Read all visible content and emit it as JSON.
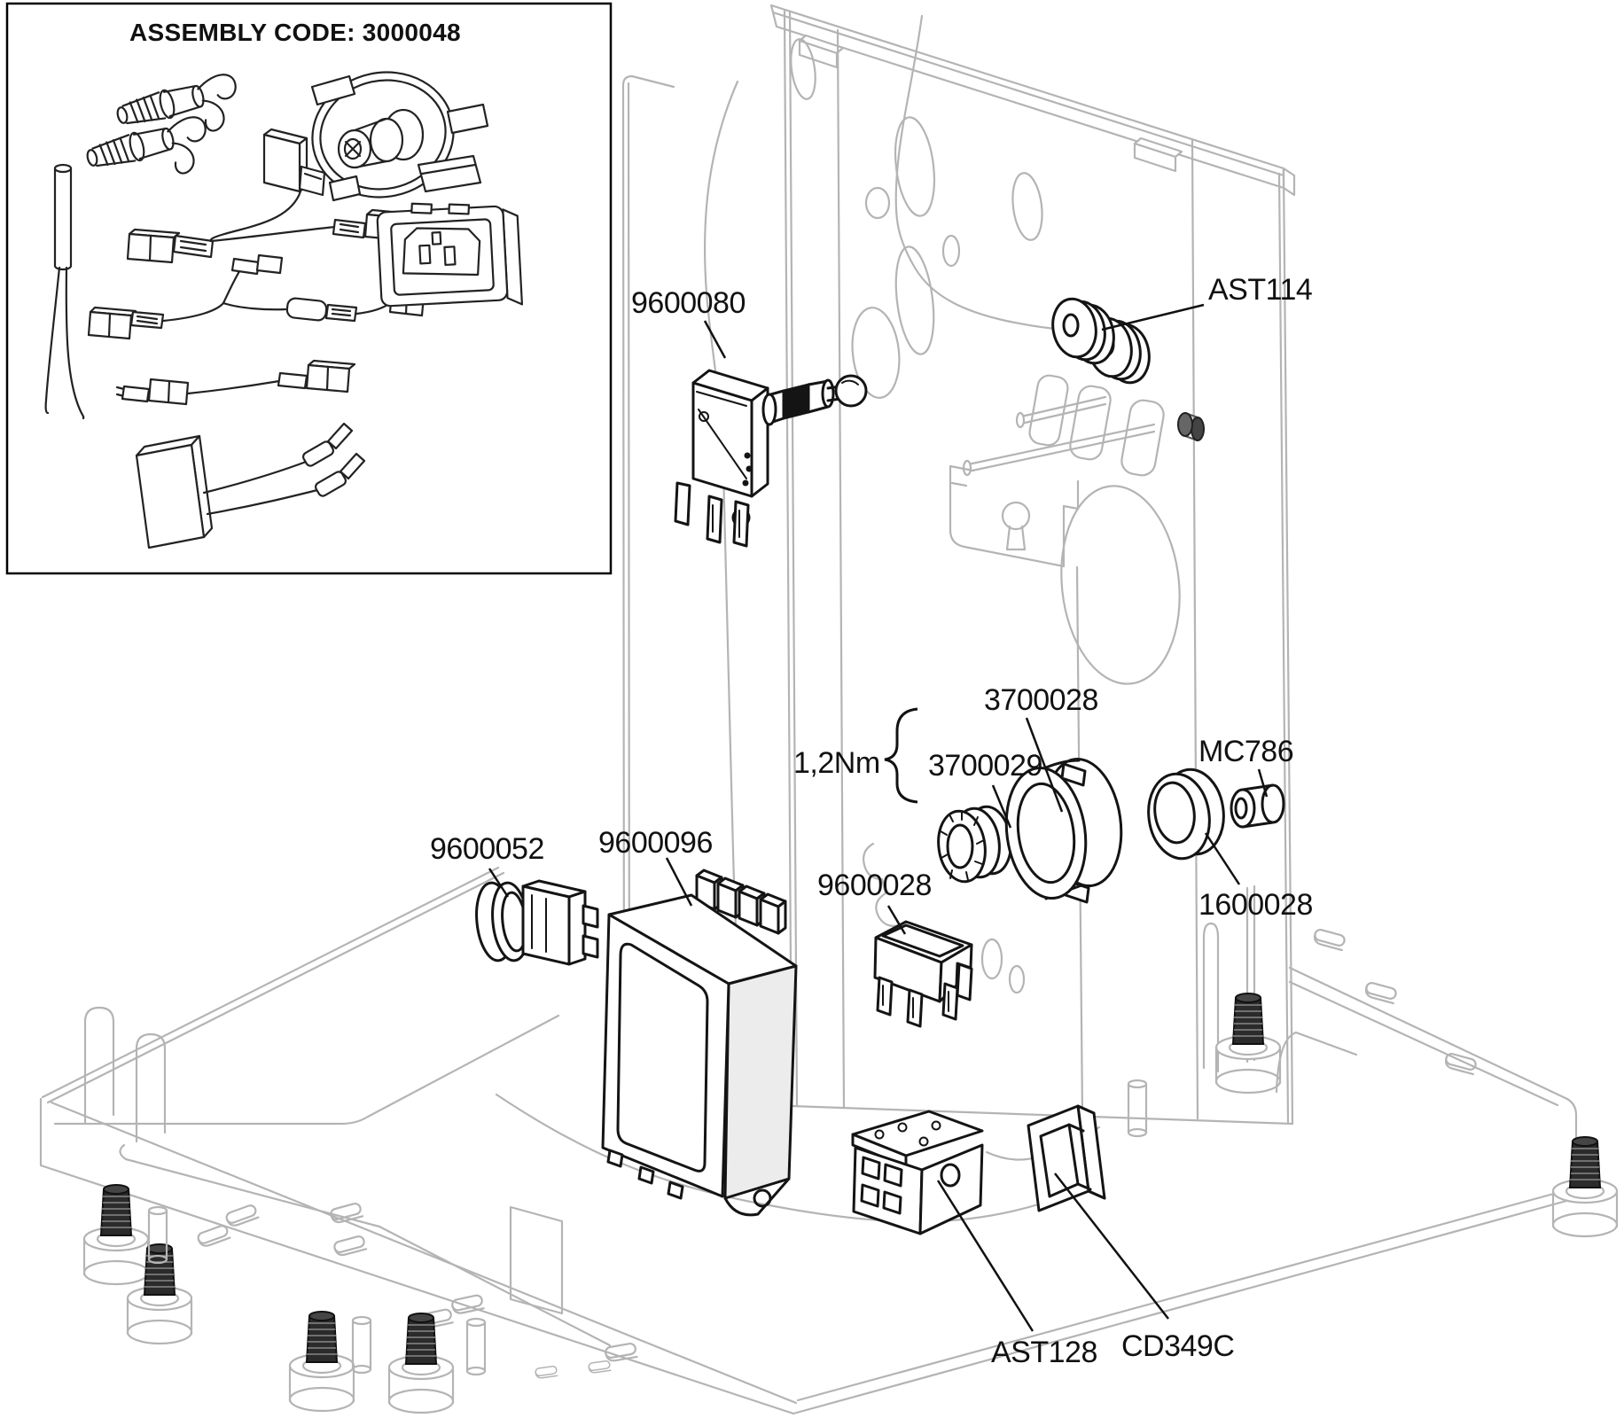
{
  "labels": {
    "assembly_title": "ASSEMBLY CODE: 3000048",
    "micro_switch": "9600080",
    "grommet_pair": "AST114",
    "torque": "1,2Nm",
    "lock_nut": "3700029",
    "bezel": "3700028",
    "bushing": "MC786",
    "trim_ring": "1600028",
    "lamp_holder": "9600052",
    "transformer": "9600096",
    "relay": "9600028",
    "terminal_block": "AST128",
    "connector_frame": "CD349C"
  },
  "colors": {
    "line_dark": "#141414",
    "line_light": "#b4b4b4",
    "background": "#ffffff",
    "shade": "#ececec"
  },
  "inset_parts": [
    "glow-plug-electrode",
    "glow-plug-electrode",
    "burner-igniter-assembly",
    "micro-switch-with-harness",
    "thermocouple",
    "wire-harness",
    "wire-harness",
    "iec-power-inlet",
    "suppression-capacitor"
  ]
}
